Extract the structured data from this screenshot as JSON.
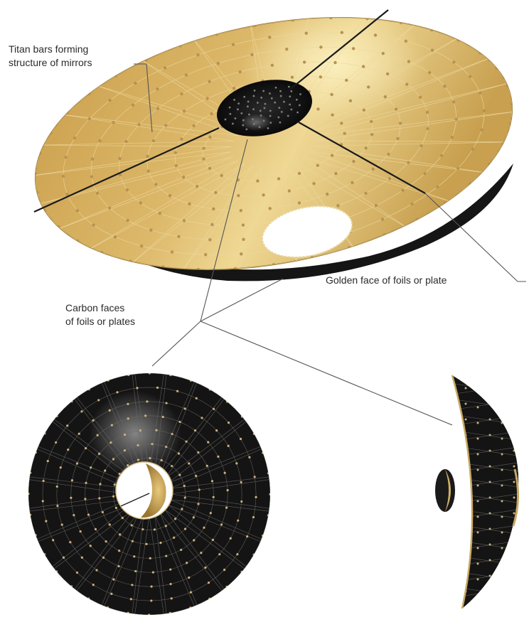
{
  "labels": {
    "titan_line1": "Titan bars forming",
    "titan_line2": "structure of mirrors",
    "golden": "Golden face of foils or plate",
    "carbon_line1": "Carbon faces",
    "carbon_line2": "of foils or plates"
  },
  "colors": {
    "gold_dark": "#b58d3e",
    "gold_mid": "#d8b66a",
    "gold_light": "#f4e3a2",
    "carbon": "#151515",
    "node": "#c7a461",
    "leader": "#555555"
  }
}
